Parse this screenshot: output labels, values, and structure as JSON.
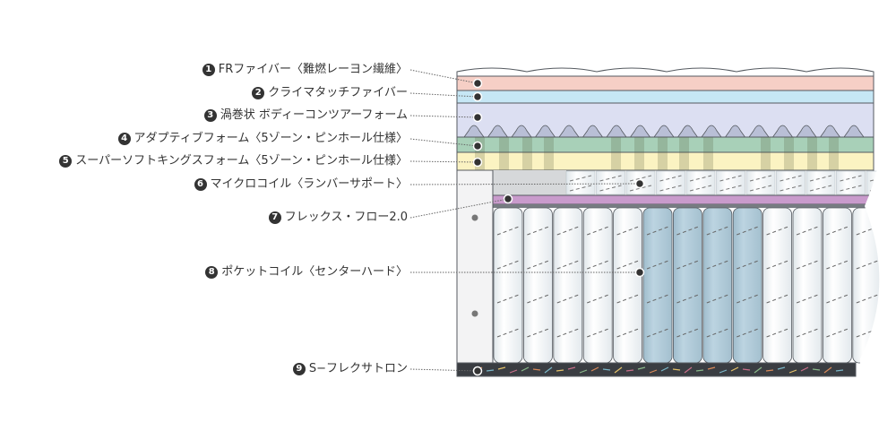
{
  "layers": [
    {
      "number": "1",
      "label": "FRファイバー〈難燃レーヨン繊維〉",
      "color": "#f6cfc6"
    },
    {
      "number": "2",
      "label": "クライマタッチファイバー",
      "color": "#c6e7f5"
    },
    {
      "number": "3",
      "label": "渦巻状 ボディーコンツアーフォーム",
      "color": "#dcdff2"
    },
    {
      "number": "4",
      "label": "アダプティブフォーム〈5ゾーン・ピンホール仕様〉",
      "color": "#a8d0b8"
    },
    {
      "number": "5",
      "label": "スーパーソフトキングスフォーム〈5ゾーン・ピンホール仕様〉",
      "color": "#fbf3c2"
    },
    {
      "number": "6",
      "label": "マイクロコイル〈ランバーサポート〉",
      "color": "#f4f7f9"
    },
    {
      "number": "7",
      "label": "フレックス・フロー2.0",
      "color": "#c99bcc"
    },
    {
      "number": "8",
      "label": "ポケットコイル〈センターハード〉",
      "color": "#b5cfdd"
    },
    {
      "number": "9",
      "label": "S−フレクサトロン",
      "color": "#3a3d42"
    }
  ],
  "colors": {
    "outline": "#555a60",
    "dot": "#333333",
    "coil": "#f3f7f9",
    "coil_center": "#b6cfdc"
  }
}
